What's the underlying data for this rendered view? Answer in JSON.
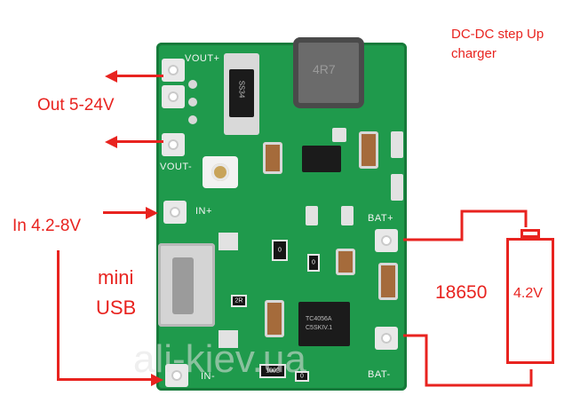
{
  "annotations": {
    "title_line1": "DC-DC step Up",
    "title_line2": "charger",
    "out_label": "Out 5-24V",
    "in_label": "In 4.2-8V",
    "usb_line1": "mini",
    "usb_line2": "USB",
    "cell_name": "18650",
    "cell_voltage": "4.2V"
  },
  "silkscreen": {
    "vout_plus": "VOUT+",
    "vout_minus": "VOUT-",
    "in_plus": "IN+",
    "in_minus": "IN-",
    "bat_plus": "BAT+",
    "bat_minus": "BAT-"
  },
  "components": {
    "diode_mark": "SS34",
    "inductor_mark": "4R7",
    "charger_ic_mark_line1": "TC4056A",
    "charger_ic_mark_line2": "C5SKIV.1",
    "resistor_1": "0",
    "resistor_2": "0",
    "resistor_3": "2R",
    "resistor_4": "1002",
    "resistor_5": "0"
  },
  "watermark": "ali-kiev.ua",
  "colors": {
    "annotation_red": "#e8231f",
    "pcb_green": "#1f9a4c"
  }
}
